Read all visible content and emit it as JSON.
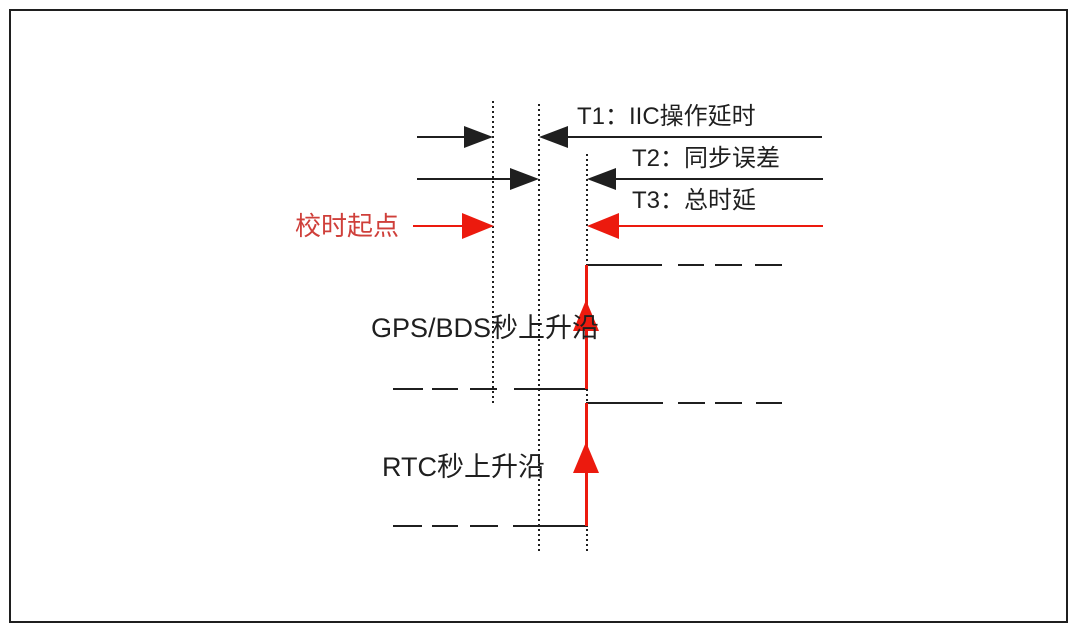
{
  "diagram": {
    "kind": "timing-diagram",
    "measurements": [
      {
        "id": "T1",
        "label": "T1：IIC操作延时",
        "color": "black"
      },
      {
        "id": "T2",
        "label": "T2：同步误差",
        "color": "black"
      },
      {
        "id": "T3",
        "label": "T3：总时延",
        "color": "red"
      }
    ],
    "marker": {
      "label": "校时起点",
      "color": "red"
    },
    "signals": [
      {
        "label": "GPS/BDS秒上升沿",
        "edge": "rising"
      },
      {
        "label": "RTC秒上升沿",
        "edge": "rising"
      }
    ],
    "colors": {
      "ink": "#1f1f1f",
      "accent_red": "#ec1a0e",
      "red_text": "#cf3f3a",
      "bg": "#ffffff"
    }
  }
}
